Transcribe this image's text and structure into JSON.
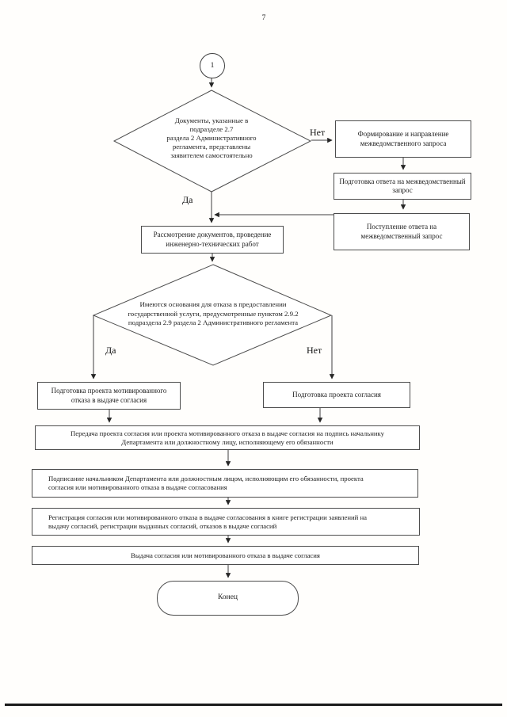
{
  "page": {
    "number": "7",
    "background": "#fffefc",
    "line_color": "#3f3f3f",
    "text_color": "#1c1c1c"
  },
  "flowchart": {
    "start_connector": {
      "label": "1"
    },
    "decision_documents": {
      "text": "Документы, указанные в\nподразделе  2.7\nраздела 2  Административного\nрегламента,  представлены\nзаявителем самостоятельно"
    },
    "process_form_request": {
      "text": "Формирование и направление\nмежведомственного запроса"
    },
    "process_prepare_answer": {
      "text": "Подготовка ответа на межведомственный\nзапрос"
    },
    "process_receive_answer": {
      "text": "Поступление ответа на\nмежведомственный запрос"
    },
    "process_review_docs": {
      "text": "Рассмотрение документов, проведение\nинженерно-технических работ"
    },
    "decision_refusal_grounds": {
      "text": "Имеются основания для отказа в предоставлении\nгосударственной услуги, предусмотренные пунктом 2.9.2\nподраздела 2.9  раздела 2 Административного регламента"
    },
    "process_prepare_refusal": {
      "text": "Подготовка проекта мотивированного\nотказа в выдаче согласия"
    },
    "process_prepare_consent": {
      "text": "Подготовка проекта согласия"
    },
    "process_transfer": {
      "text": "Передача проекта согласия или проекта мотивированного отказа в выдаче согласия на подпись начальнику\nДепартамента или должностному лицу, исполняющему его обязанности"
    },
    "process_signing": {
      "text": "Подписание начальником Департамента или должностным лицом, исполняющим его обязанности, проекта\nсогласия или мотивированного отказа в выдаче согласования"
    },
    "process_registration": {
      "text": "Регистрация  согласия или мотивированного отказа в выдаче согласования в книге регистрации заявлений на\nвыдачу согласий, регистрации выданных согласий, отказов в выдаче согласий"
    },
    "process_issue": {
      "text": "Выдача согласия или мотивированного отказа в выдаче согласия"
    },
    "terminator_end": {
      "text": "Конец"
    },
    "labels": {
      "yes1": "Да",
      "no1": "Нет",
      "yes2": "Да",
      "no2": "Нет"
    }
  }
}
